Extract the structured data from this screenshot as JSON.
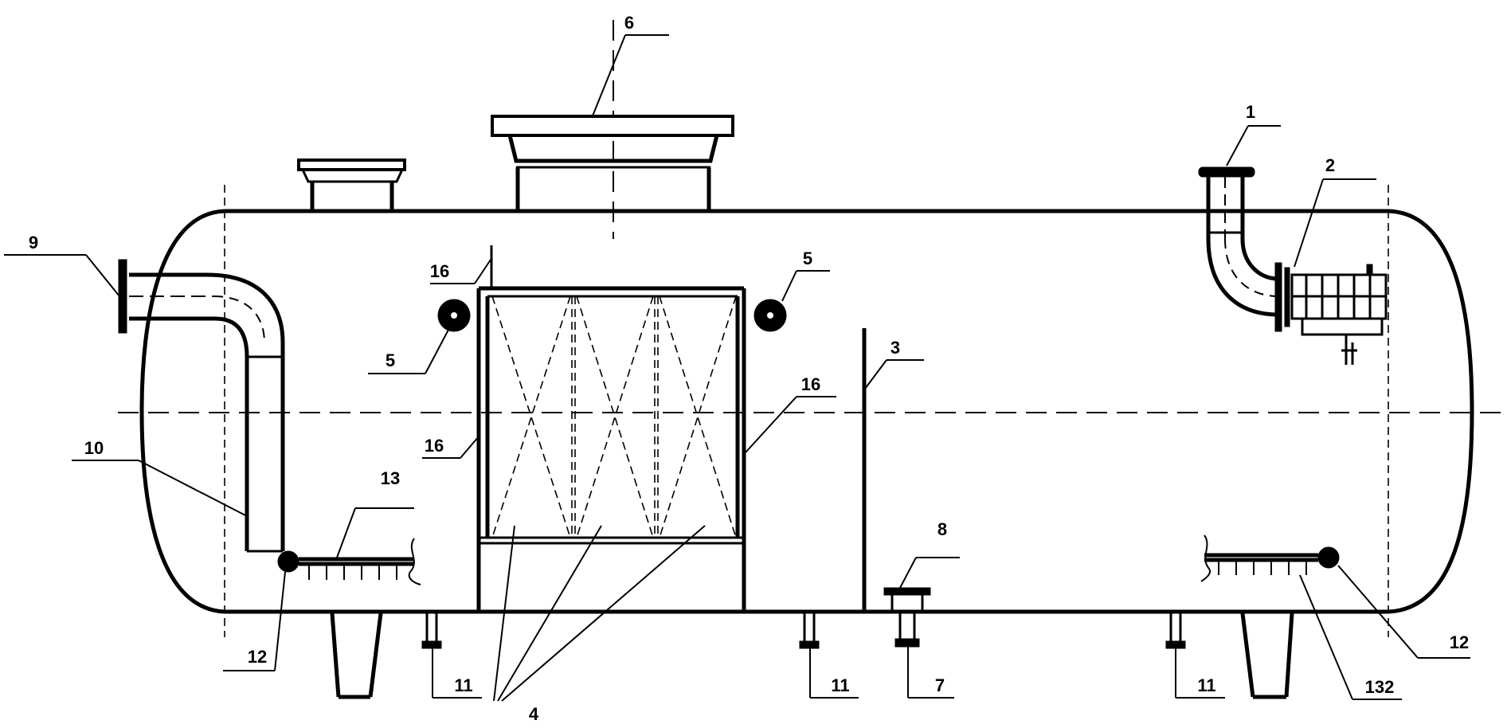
{
  "callouts": {
    "c1": "1",
    "c2": "2",
    "c3": "3",
    "c4": "4",
    "c5_left": "5",
    "c5_right": "5",
    "c6": "6",
    "c7": "7",
    "c8": "8",
    "c9": "9",
    "c10": "10",
    "c11_left": "11",
    "c11_mid": "11",
    "c11_right": "11",
    "c12_left": "12",
    "c12_right": "12",
    "c13": "13",
    "c132": "132",
    "c16_top": "16",
    "c16_left": "16",
    "c16_right": "16"
  }
}
